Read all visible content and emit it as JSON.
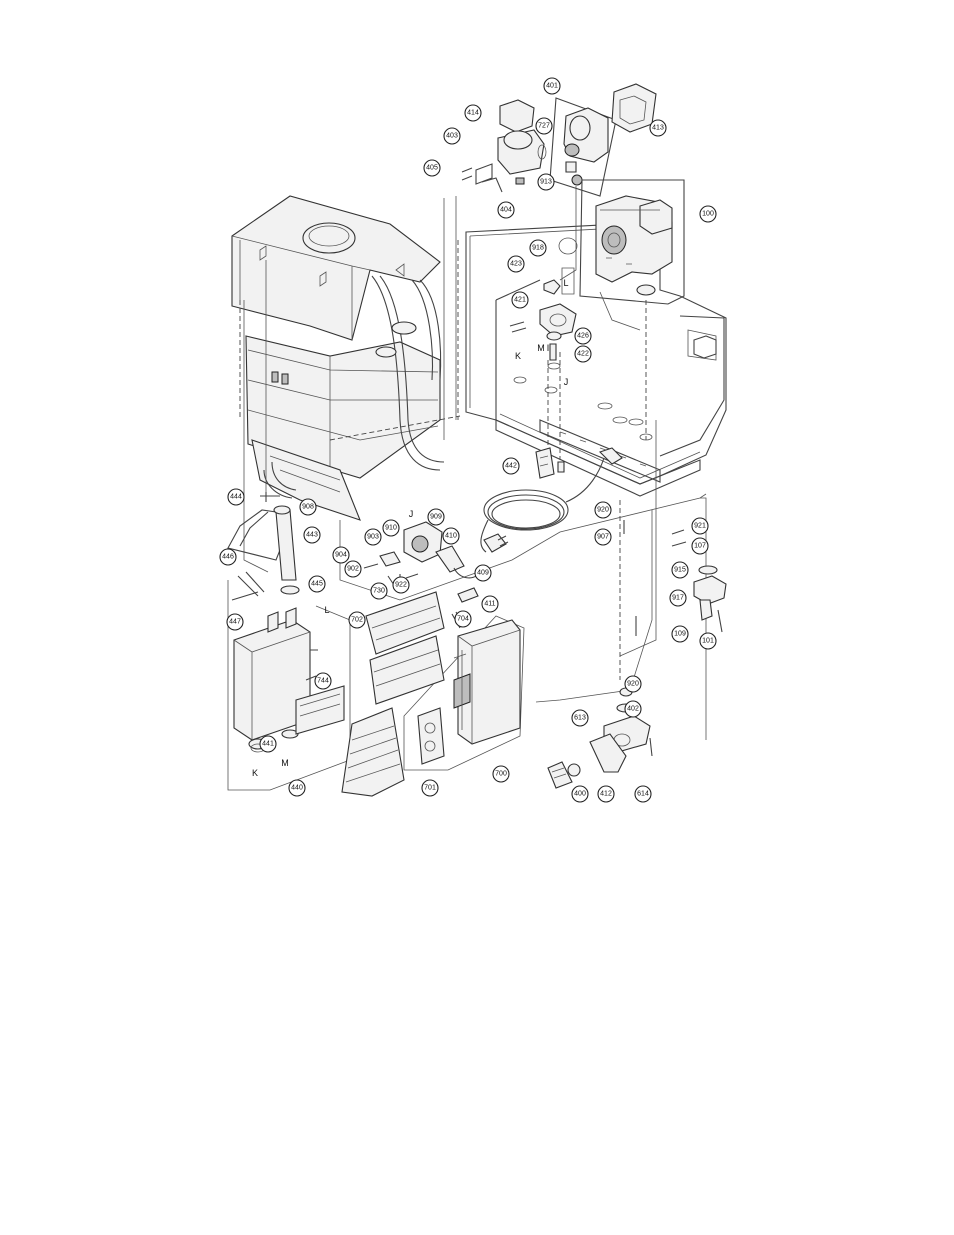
{
  "diagram": {
    "callouts": [
      "401",
      "414",
      "413",
      "403",
      "727",
      "913",
      "405",
      "404",
      "100",
      "918",
      "423",
      "421",
      "426",
      "422",
      "442",
      "444",
      "443",
      "446",
      "445",
      "447",
      "440",
      "441",
      "744",
      "702",
      "704",
      "701",
      "700",
      "410",
      "411",
      "409",
      "910",
      "909",
      "908",
      "903",
      "904",
      "902",
      "730",
      "922",
      "920",
      "907",
      "921",
      "107",
      "915",
      "917",
      "109",
      "101",
      "920",
      "402",
      "613",
      "400",
      "412",
      "614",
      "405"
    ],
    "letters": [
      "K",
      "M",
      "J",
      "L",
      "I",
      "K",
      "M",
      "J",
      "L"
    ]
  }
}
